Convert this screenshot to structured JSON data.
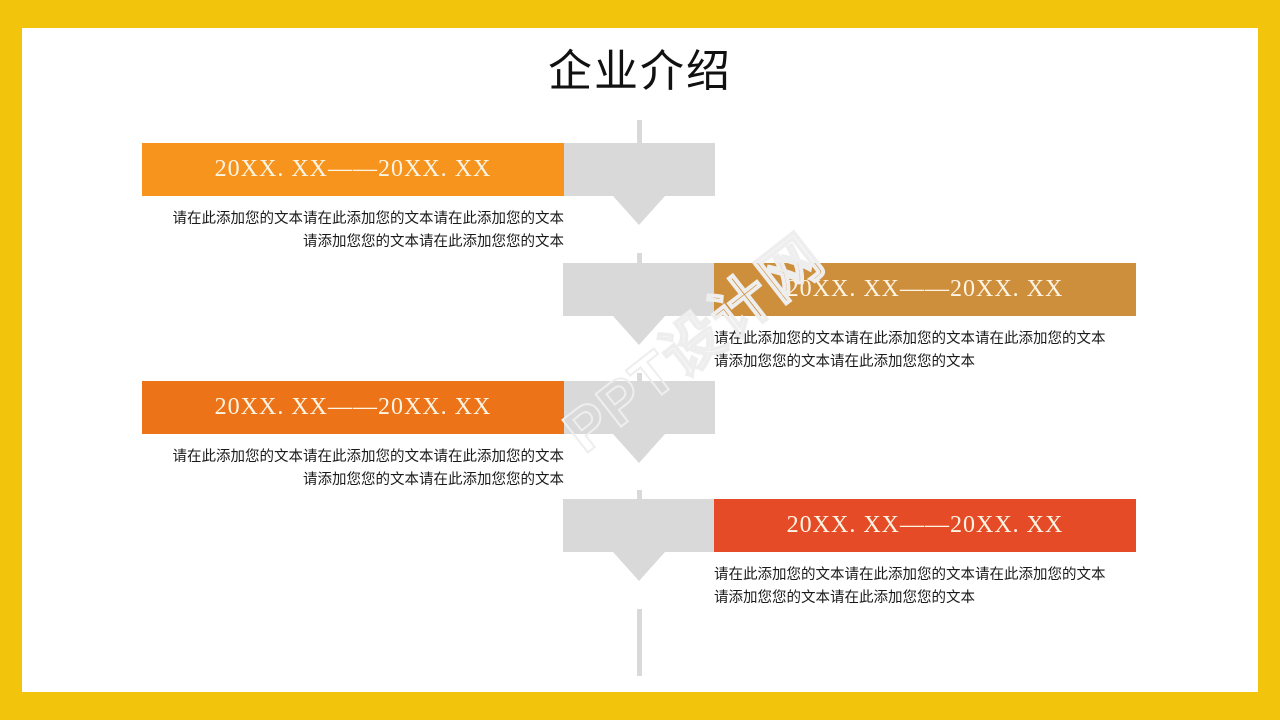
{
  "slide": {
    "title": "企业介绍",
    "watermark": "PPT设计网",
    "colors": {
      "page_border": "#f2c40c",
      "slide_background": "#ffffff",
      "connector_gray": "#d9d9d9",
      "title_text": "#111111",
      "bar_label_text": "#fdf4e3"
    }
  },
  "timeline": {
    "items": [
      {
        "side": "left",
        "date_label": "20XX. XX——20XX. XX",
        "bar_color": "#f6941e",
        "body": "请在此添加您的文本请在此添加您的文本请在此添加您的文本\n请添加您您的文本请在此添加您您的文本"
      },
      {
        "side": "right",
        "date_label": "20XX. XX——20XX. XX",
        "bar_color": "#ce8f3d",
        "body": "请在此添加您的文本请在此添加您的文本请在此添加您的文本\n请添加您您的文本请在此添加您您的文本"
      },
      {
        "side": "left",
        "date_label": "20XX. XX——20XX. XX",
        "bar_color": "#ec7318",
        "body": "请在此添加您的文本请在此添加您的文本请在此添加您的文本\n请添加您您的文本请在此添加您您的文本"
      },
      {
        "side": "right",
        "date_label": "20XX. XX——20XX. XX",
        "bar_color": "#e64b27",
        "body": "请在此添加您的文本请在此添加您的文本请在此添加您的文本\n请添加您您的文本请在此添加您您的文本"
      }
    ]
  }
}
